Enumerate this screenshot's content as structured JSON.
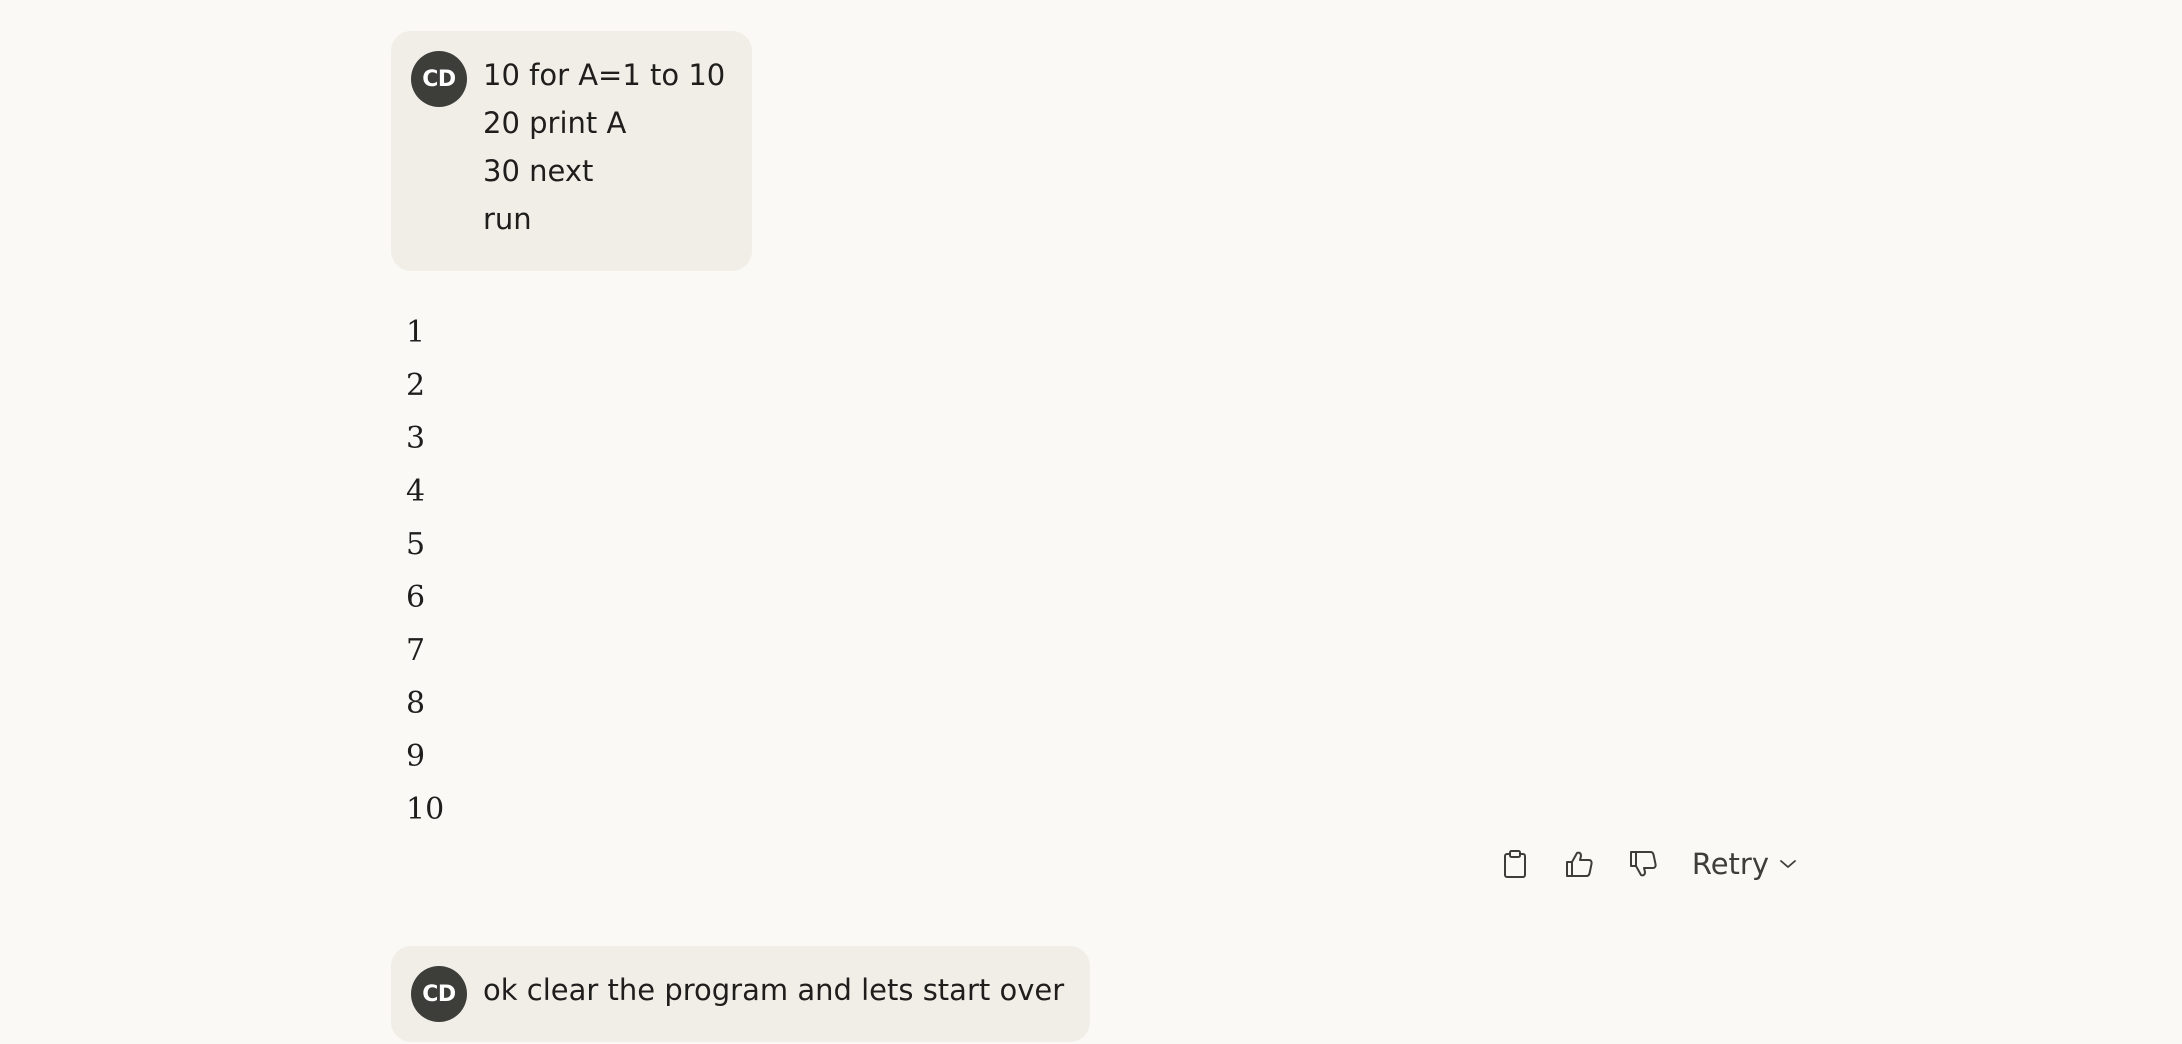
{
  "user_message_1": {
    "avatar_initials": "CD",
    "lines": [
      "10 for A=1 to 10",
      "20 print A",
      "30 next",
      "run"
    ]
  },
  "assistant_message": {
    "lines": [
      "1",
      "2",
      "3",
      "4",
      "5",
      "6",
      "7",
      "8",
      "9",
      "10"
    ]
  },
  "message_actions": {
    "copy_icon": "clipboard-icon",
    "thumbs_up_icon": "thumbs-up-icon",
    "thumbs_down_icon": "thumbs-down-icon",
    "retry_label": "Retry"
  },
  "user_message_2": {
    "avatar_initials": "CD",
    "text": "ok clear the program and lets start over"
  },
  "colors": {
    "background": "#faf9f5",
    "user_bubble": "#f0eee6",
    "avatar": "#3d3d3a"
  }
}
